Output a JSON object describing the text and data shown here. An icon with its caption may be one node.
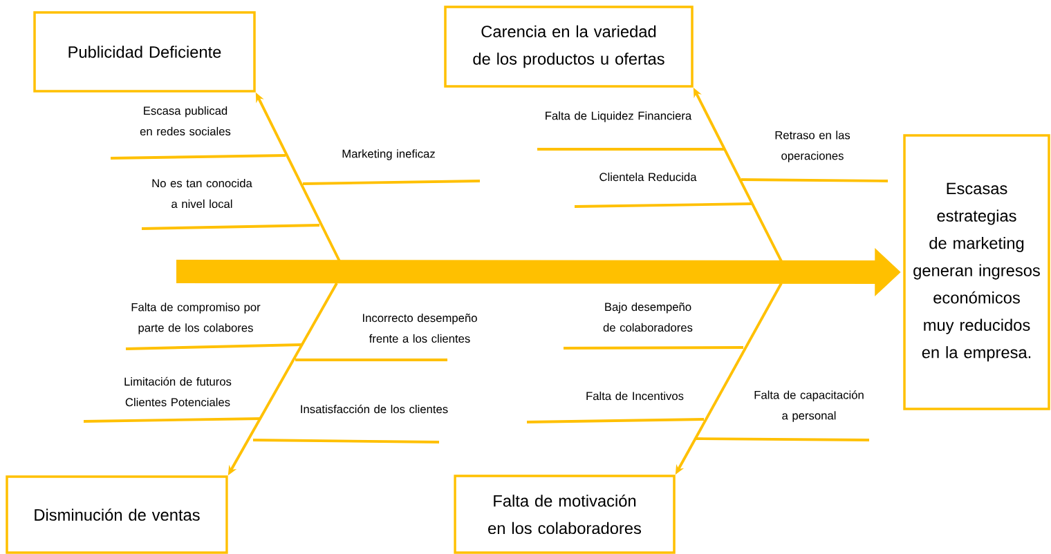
{
  "diagram": {
    "nodes": [
      {
        "text": [
          "Publicidad  Deficiente"
        ]
      },
      {
        "text": [
          "Carencia en la variedad de los productos u ofertas"
        ]
      },
      {
        "text": [
          "Disminución  de ventas"
        ]
      },
      {
        "text": [
          "Falta de motivación en los colaboradores"
        ]
      },
      {
        "text": [
          "Escasas estrategias de marketing generan ingresos económicos muy reducidos en la empresa."
        ]
      }
    ],
    "edges": [
      {
        "from": null,
        "to": 0,
        "arrow": "to"
      },
      {
        "from": null,
        "to": 1,
        "arrow": "to"
      },
      {
        "from": null,
        "to": 2,
        "arrow": "to"
      },
      {
        "from": null,
        "to": 3,
        "arrow": "to"
      },
      {
        "from": null,
        "to": 4,
        "arrow": "to",
        "style": "thick"
      }
    ],
    "labels": [
      "Escasa publicad en redes sociales",
      "No es tan conocida a nivel local",
      "Marketing ineficaz",
      "Falta de Liquidez Financiera",
      "Clientela Reducida",
      "Retraso en las operaciones",
      "Falta de compromiso por parte de los colabores",
      "Incorrecto desempeño frente a los clientes",
      "Limitación de futuros Clientes Potenciales",
      "Insatisfacción de los clientes",
      "Bajo desempeño de colaboradores",
      "Falta de Incentivos",
      "Falta de capacitación a personal"
    ]
  }
}
